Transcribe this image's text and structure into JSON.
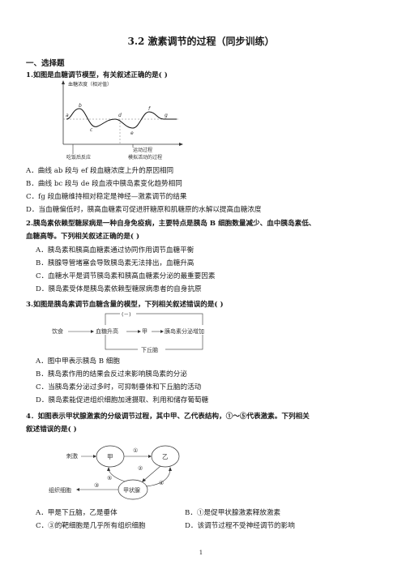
{
  "title": "3.2    激素调节的过程（同步训练）",
  "section": "一、选择题",
  "q1": {
    "stem": "1.如图是血糖调节模型，有关叙述正确的是(        )",
    "fig": {
      "ylabel": "血糖浓度（相对值）",
      "points": [
        "a",
        "b",
        "c",
        "d",
        "e",
        "f",
        "g"
      ],
      "bottom_left": "吃饭后反应",
      "bottom_right_1": "运动过程",
      "bottom_right_2": "模拟活动的过程"
    },
    "options": [
      "A．曲线 ab 段与 ef 段血糖浓度上升的原因相同",
      "B．曲线 bc 段与 de 段血液中胰岛素变化趋势相同",
      "C．fg 段血糖维持相对稳定是神经—激素调节的结果",
      "D．当血糖偏低时，胰高血糖素可促进肝糖原和肌糖原的水解以提高血糖浓度"
    ]
  },
  "q2": {
    "stem1": "2.胰岛素依赖型糖尿病是一种自身免疫病，主要特点是胰岛 B 细胞数量减少、血中胰岛素低、",
    "stem2": "血糖高等。下列相关叙述正确的是(        )",
    "options": [
      "A．胰岛素和胰高血糖素通过协同作用调节血糖平衡",
      "B．胰腺导管堵塞会导致胰岛素无法排出，血糖升高",
      "C．血糖水平是调节胰岛素和胰高血糖素分泌的最重要因素",
      "D．胰岛素受体是胰岛素依赖型糖尿病患者的自身抗原"
    ]
  },
  "q3": {
    "stem": "3.如图是胰岛素调节血糖含量的模型，下列相关叙述错误的是(        )",
    "fig": {
      "neg": "(－)",
      "n1": "饮食",
      "n2": "血糖升高",
      "n3": "甲",
      "n4": "胰岛素分泌增加",
      "n5": "下丘脑"
    },
    "options": [
      "A．图中甲表示胰岛 B 细胞",
      "B．胰岛素作用的结果会反过来影响胰岛素的分泌",
      "C．当胰岛素分泌过多时，可抑制垂体和下丘脑的活动",
      "D．胰岛素能促进组织细胞加速摄取、利用和储存葡萄糖"
    ]
  },
  "q4": {
    "stem1": "4．如图表示甲状腺激素的分级调节过程，其中甲、乙代表结构，①～⑤代表激素。下列相关",
    "stem2": "叙述错误的是(        )",
    "fig": {
      "stim": "刺激",
      "jia": "甲",
      "yi": "乙",
      "gland": "甲状腺",
      "tissue": "组织细胞",
      "h1": "①",
      "h2": "②",
      "h3": "③",
      "h4": "④",
      "h5": "⑤"
    },
    "options": [
      "A．甲是下丘脑，乙是垂体",
      "B．①是促甲状腺激素释放激素",
      "C．③的靶细胞是几乎所有组织细胞",
      "D．该调节过程不受神经调节的影响"
    ]
  },
  "page_number": "1"
}
